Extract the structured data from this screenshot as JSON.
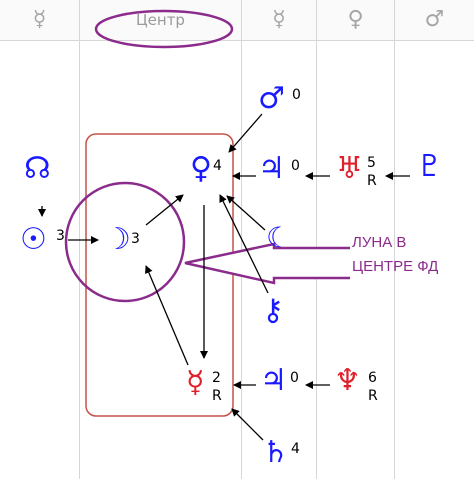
{
  "header": {
    "columns": [
      {
        "glyph": "☿"
      },
      {
        "label": "Центр"
      },
      {
        "glyph": "☿"
      },
      {
        "glyph": "♀"
      },
      {
        "glyph": "♂"
      }
    ]
  },
  "planets": {
    "mars": {
      "glyph": "♂",
      "value": "0"
    },
    "venus": {
      "glyph": "♀",
      "value": "4"
    },
    "jupiter": {
      "glyph": "♃",
      "value": "0"
    },
    "uranus": {
      "glyph": "♅",
      "value": "5",
      "retro": "R"
    },
    "pluto": {
      "glyph": "♇"
    },
    "node": {
      "glyph": "☊"
    },
    "sun": {
      "glyph": "☉",
      "value": "3"
    },
    "moon": {
      "glyph": "☽",
      "value": "3"
    },
    "lilith": {
      "glyph": "☾"
    },
    "chiron": {
      "glyph": "⚷"
    },
    "mercury": {
      "glyph": "☿",
      "value": "2",
      "retro": "R"
    },
    "jupiter2": {
      "glyph": "♃",
      "value": "0"
    },
    "neptune": {
      "glyph": "♆",
      "value": "6",
      "retro": "R"
    },
    "saturn": {
      "glyph": "♄",
      "value": "4"
    }
  },
  "callout": {
    "line1": "ЛУНА В",
    "line2": "ЦЕНТРЕ ФД"
  },
  "colors": {
    "blue": "#1a1aff",
    "red": "#e0202a",
    "purple": "#8b2b8b",
    "box": "#c8504a",
    "grid": "#d6d6d6"
  }
}
